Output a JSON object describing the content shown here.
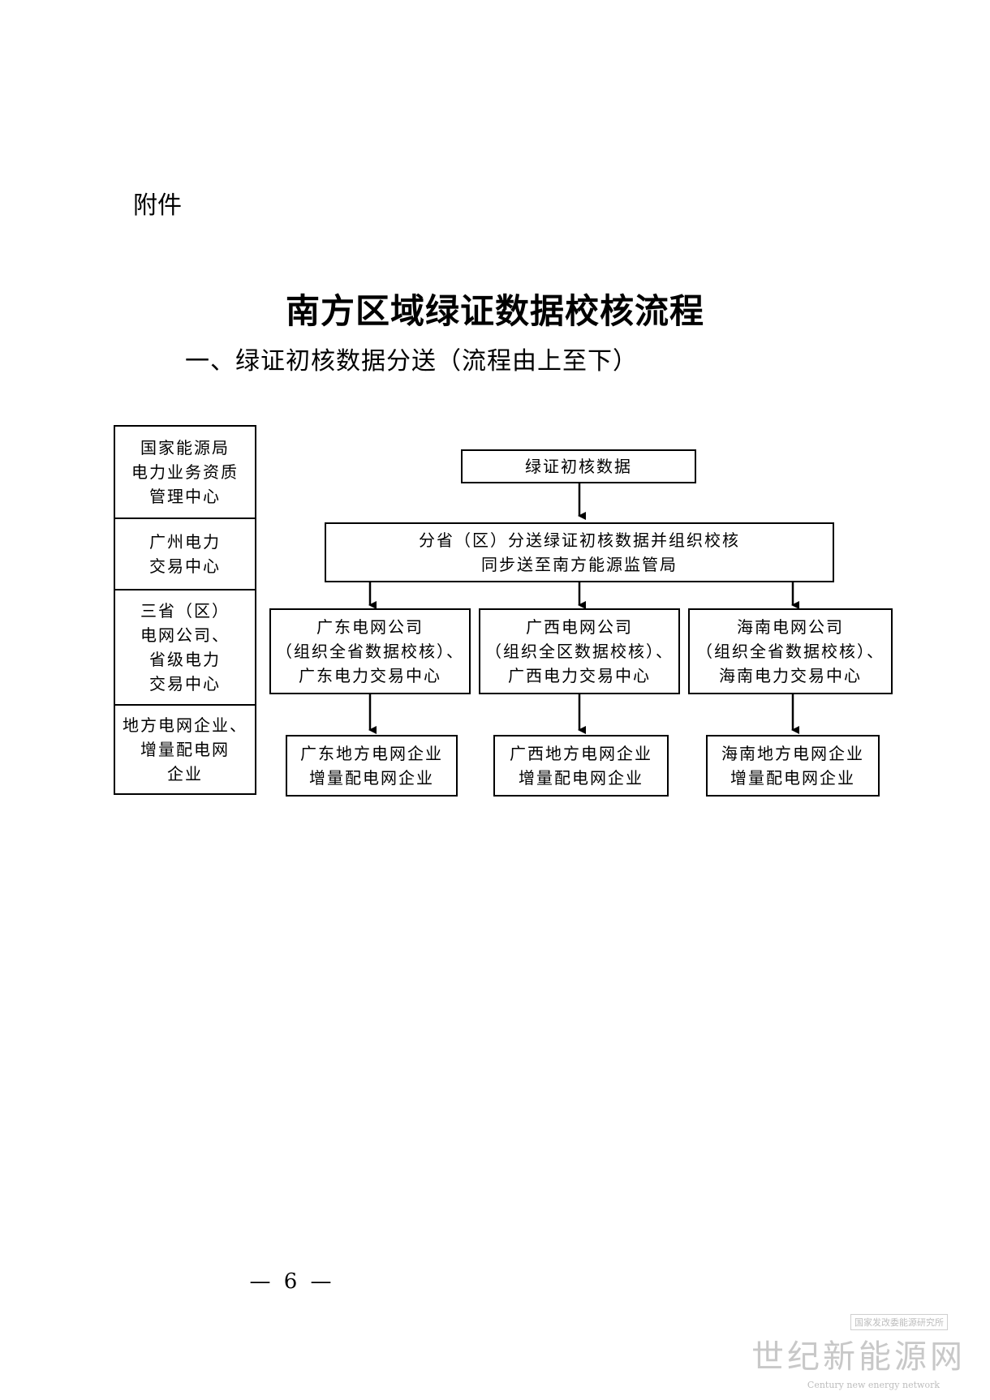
{
  "header": {
    "attachment_label": "附件"
  },
  "title": "南方区域绿证数据校核流程",
  "subtitle": "一、绿证初核数据分送（流程由上至下）",
  "left_column": [
    {
      "label": "国家能源局\n电力业务资质\n管理中心"
    },
    {
      "label": "广州电力\n交易中心"
    },
    {
      "label": "三省（区）\n电网公司、\n省级电力\n交易中心"
    },
    {
      "label": "地方电网企业、\n增量配电网\n企业"
    }
  ],
  "flow": {
    "top": "绿证初核数据",
    "distribute": "分省（区）分送绿证初核数据并组织校核\n同步送至南方能源监管局",
    "provinces": [
      {
        "grid": "广东电网公司\n（组织全省数据校核）、\n广东电力交易中心",
        "local": "广东地方电网企业\n增量配电网企业"
      },
      {
        "grid": "广西电网公司\n（组织全区数据校核）、\n广西电力交易中心",
        "local": "广西地方电网企业\n增量配电网企业"
      },
      {
        "grid": "海南电网公司\n（组织全省数据校核）、\n海南电力交易中心",
        "local": "海南地方电网企业\n增量配电网企业"
      }
    ]
  },
  "footer": {
    "page_number": "— 6 —"
  },
  "watermark": {
    "tag": "国家发改委能源研究所",
    "name": "世纪新能源网",
    "english": "Century new energy network"
  }
}
